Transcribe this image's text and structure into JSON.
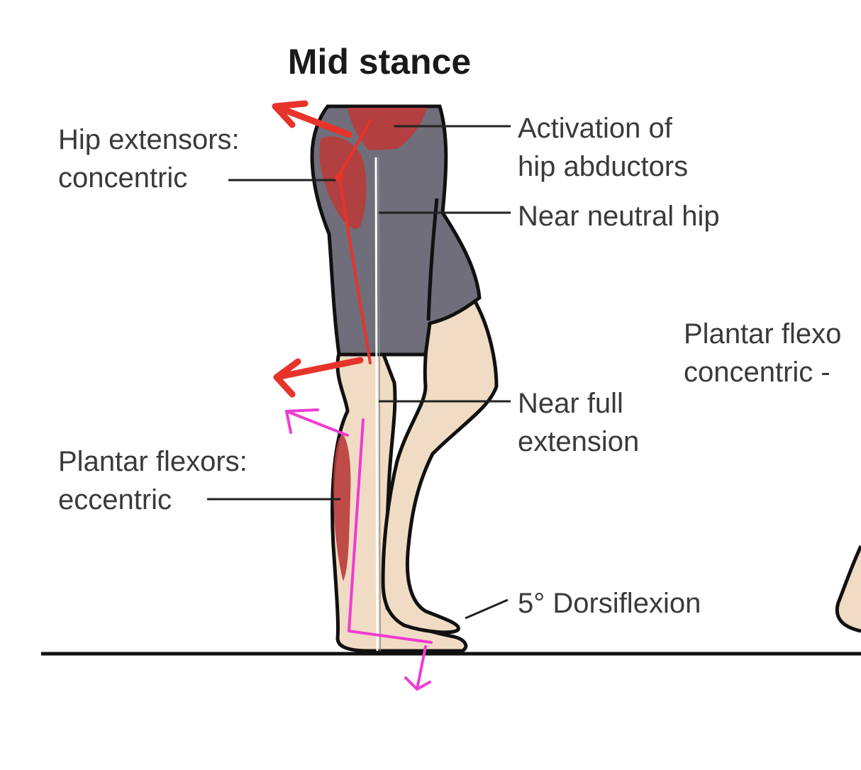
{
  "title": "Mid stance",
  "labels": {
    "hip_extensors": [
      "Hip extensors:",
      "concentric"
    ],
    "hip_abductors": [
      "Activation of",
      "hip abductors"
    ],
    "neutral_hip": "Near neutral hip",
    "knee_extension": [
      "Near full",
      "extension"
    ],
    "plantar_flexors_eccentric": [
      "Plantar flexors:",
      "eccentric"
    ],
    "dorsiflexion": "5° Dorsiflexion",
    "plantar_flexors_concentric_cut": [
      "Plantar flexo",
      "concentric -"
    ]
  },
  "colors": {
    "skin": "#f0dcc4",
    "shorts": "#6f6e7a",
    "muscle": "#b83b3b",
    "outline": "#111111",
    "red_annotation": "#e8332a",
    "magenta_annotation": "#f03bd2"
  }
}
